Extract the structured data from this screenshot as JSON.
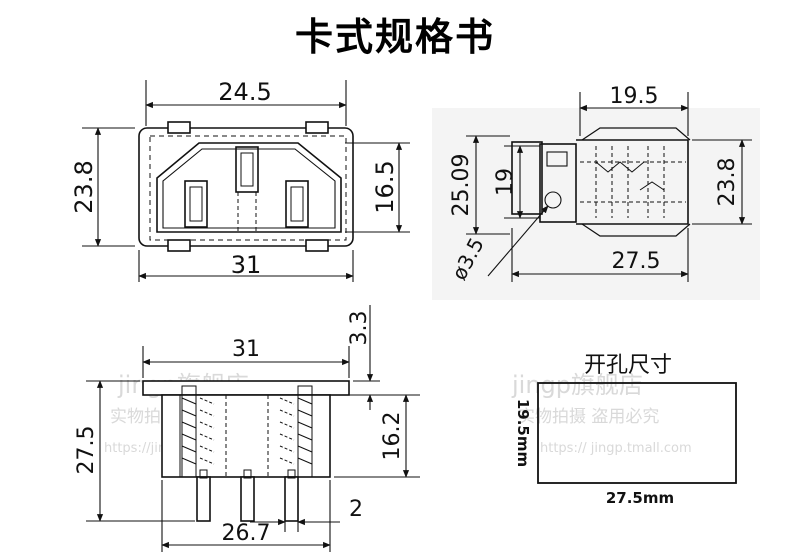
{
  "title": "卡式规格书",
  "front_view": {
    "width_top": "24.5",
    "width_bottom": "31",
    "height_left": "23.8",
    "height_right": "16.5"
  },
  "side_view": {
    "width_top": "19.5",
    "width_bottom": "27.5",
    "height_outer_left": "25.09",
    "height_inner_left": "19",
    "height_right": "23.8",
    "hole_diameter": "ø3.5"
  },
  "bottom_view": {
    "width_top": "31",
    "flange": "3.3",
    "height_left": "27.5",
    "height_right": "16.2",
    "pin_width": "2",
    "width_bottom": "26.7"
  },
  "cutout": {
    "title": "开孔尺寸",
    "height": "19.5mm",
    "width": "27.5mm"
  },
  "watermarks": {
    "shop_left": "jingp旗舰店",
    "shop_right": "jingp旗舰店",
    "slogan_left": "实物拍摄 盗用必究",
    "slogan_right": "实物拍摄 盗用必究",
    "url_left": "https://jingp.tmall.com",
    "url_right": "https:// jingp.tmall.com"
  }
}
